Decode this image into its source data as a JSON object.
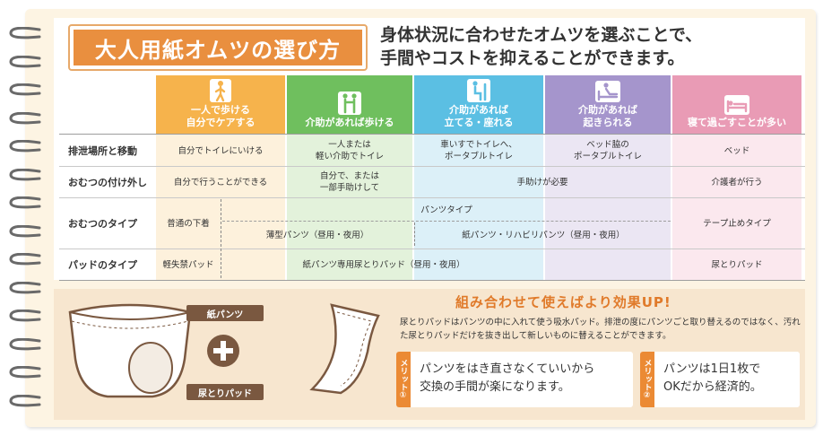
{
  "title": "大人用紙オムツの選び方",
  "headline": [
    "身体状況に合わせたオムツを選ぶことで、",
    "手間やコストを抑えることができます。"
  ],
  "colors": {
    "orange": "#f6b34c",
    "green": "#6fbf5e",
    "blue": "#5bbfe3",
    "purple": "#a595cc",
    "pink": "#e99bb5",
    "orange_light": "#fdf1dc",
    "green_light": "#e3f2db",
    "blue_light": "#dcf0f8",
    "purple_light": "#ebe6f3",
    "pink_light": "#fbe8ee"
  },
  "columns": [
    {
      "label": "一人で歩ける\n自分でケアする",
      "icon": "walking-person-icon"
    },
    {
      "label": "介助があれば歩ける",
      "icon": "assisted-walking-icon"
    },
    {
      "label": "介助があれば\n立てる・座れる",
      "icon": "standing-assist-icon"
    },
    {
      "label": "介助があれば\n起きられる",
      "icon": "bed-sit-up-icon"
    },
    {
      "label": "寝て過ごすことが多い",
      "icon": "lying-bed-icon"
    }
  ],
  "rows": {
    "movement": {
      "label": "排泄場所と移動",
      "cells": [
        "自分でトイレにいける",
        "一人または\n軽い介助でトイレ",
        "車いすでトイレへ、\nポータブルトイレ",
        "ベッド脇の\nポータブルトイレ",
        "ベッド"
      ]
    },
    "changing": {
      "label": "おむつの付け外し",
      "self": "自分で行うことができる",
      "partial": "自分で、または\n一部手助けして",
      "needed": "手助けが必要",
      "caregiver": "介護者が行う"
    },
    "diaper_type": {
      "label": "おむつのタイプ",
      "normal": "普通の下着",
      "pants": "パンツタイプ",
      "thin": "薄型パンツ（昼用・夜用）",
      "rehab": "紙パンツ・リハビリパンツ（昼用・夜用）",
      "tape": "テープ止めタイプ"
    },
    "pad_type": {
      "label": "パッドのタイプ",
      "light": "軽失禁パッド",
      "pants_pad": "紙パンツ専用尿とりパッド（昼用・夜用）",
      "pad": "尿とりパッド"
    }
  },
  "bottom": {
    "pants_label": "紙パンツ",
    "pad_label": "尿とりパッド",
    "heading": "組み合わせて使えばより効果UP!",
    "description": "尿とりパッドはパンツの中に入れて使う吸水パッド。排泄の度にパンツごと取り替えるのではなく、汚れた尿とりパッドだけを抜き出して新しいものに替えることができます。",
    "merits": [
      {
        "tag": "メリット①",
        "text": [
          "パンツをはき直さなくていいから",
          "交換の手間が楽になります。"
        ]
      },
      {
        "tag": "メリット②",
        "text": [
          "パンツは1日1枚で",
          "OKだから経済的。"
        ]
      }
    ]
  }
}
